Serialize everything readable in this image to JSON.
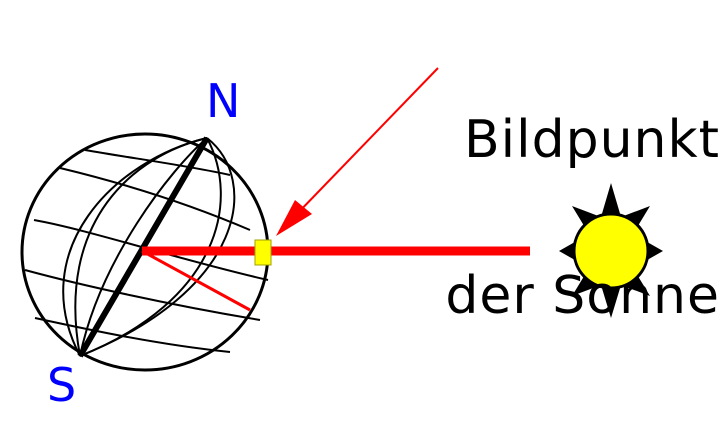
{
  "labels": {
    "line1": "Bildpunkt",
    "line2": "der Sonne",
    "north": "N",
    "south": "S"
  },
  "colors": {
    "text": "#000000",
    "pole_text": "#0000ff",
    "ray": "#ff0000",
    "subpoint": "#ffff00",
    "sun_fill": "#ffff00",
    "sun_rays": "#000000"
  }
}
